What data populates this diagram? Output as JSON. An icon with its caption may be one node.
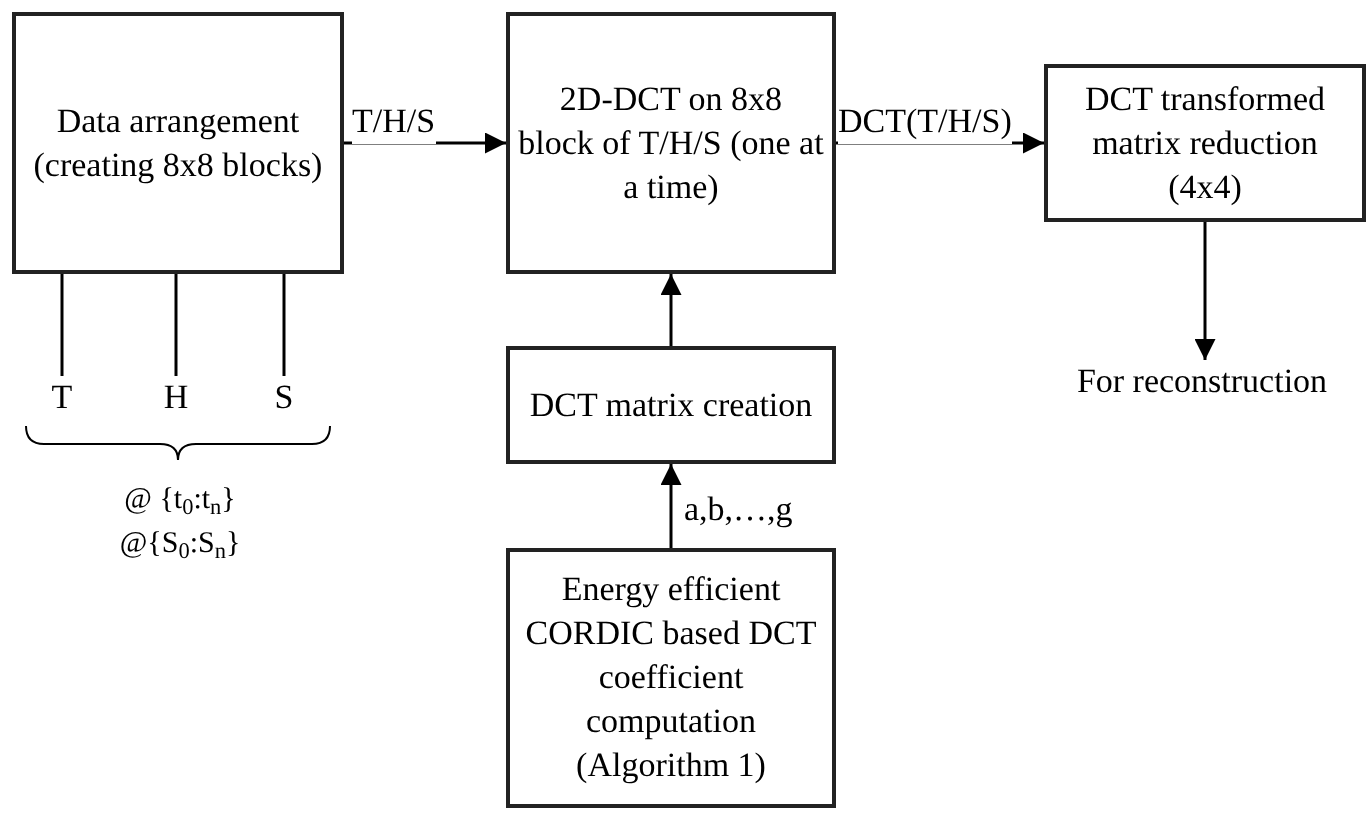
{
  "diagram": {
    "nodes": [
      {
        "text": [
          "Data arrangement (creating 8x8 blocks)"
        ]
      },
      {
        "text": [
          "2D-DCT on 8x8 block of T/H/S (one at a time)"
        ]
      },
      {
        "text": [
          "DCT transformed matrix reduction (4x4)"
        ]
      },
      {
        "text": [
          "For reconstruction"
        ]
      },
      {
        "text": [
          "DCT matrix creation"
        ]
      },
      {
        "text": [
          "Energy efficient CORDIC based DCT coefficient computation (Algorithm 1)"
        ]
      },
      {
        "text": [
          "T"
        ]
      },
      {
        "text": [
          "H"
        ]
      },
      {
        "text": [
          "S"
        ]
      }
    ],
    "edges": [
      {
        "from": 0,
        "to": 1,
        "arrow": "to",
        "label": "T/H/S"
      },
      {
        "from": 1,
        "to": 2,
        "arrow": "to",
        "label": "DCT(T/H/S)"
      },
      {
        "from": 2,
        "to": 3,
        "arrow": "to"
      },
      {
        "from": 4,
        "to": 1,
        "arrow": "to"
      },
      {
        "from": 5,
        "to": 4,
        "arrow": "to",
        "label": "a,b,…,g"
      },
      {
        "from": 0,
        "to": 6,
        "arrow": "none"
      },
      {
        "from": 0,
        "to": 7,
        "arrow": "none"
      },
      {
        "from": 0,
        "to": 8,
        "arrow": "none"
      }
    ],
    "labels": [
      "@ {t$_{0}$:t$_{n}$}",
      "@{S$_{0}$:S$_{n}$}"
    ]
  }
}
